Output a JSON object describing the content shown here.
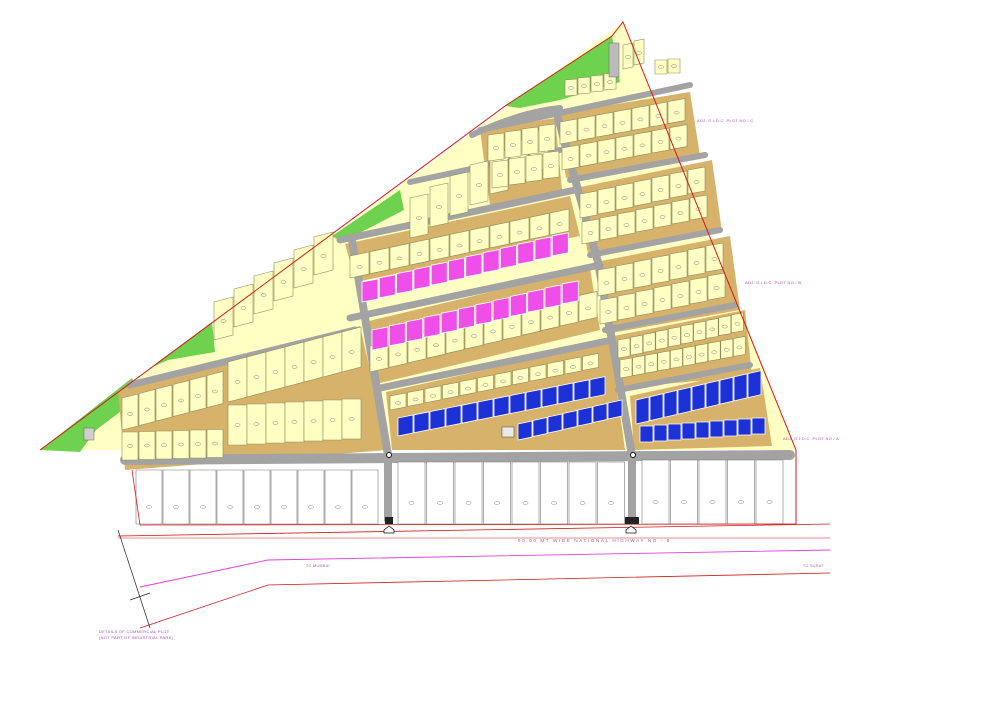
{
  "labels": {
    "highway": "60.00 MT WIDE NATIONAL HIGHWAY NO - 8",
    "to_left": "TO MUMBAI",
    "to_right": "TO SURAT",
    "plot_ref_1": "ADJ. G.I.D.C. PLOT NO / C",
    "plot_ref_2": "ADJ. G.I.D.C. PLOT NO / B",
    "plot_ref_3": "ADJ. G.I.D.C. PLOT NO / A",
    "detail_line1": "DETAILS OF COMMERCIAL PLOT",
    "detail_line2": "(NOT PART OF INDUSTRIAL PARK)"
  },
  "colors": {
    "boundary": "#d21a1a",
    "plot_fill": "#ffffc4",
    "plot_edge": "#8a8a5a",
    "setback": "#d6b26a",
    "road": "#a3a3a3",
    "green": "#6fd24e",
    "magenta_plots": "#f04ee8",
    "blue_plots": "#1c32d6",
    "commercial_plot": "#ffffff",
    "road_side_line": "#e040d8"
  }
}
